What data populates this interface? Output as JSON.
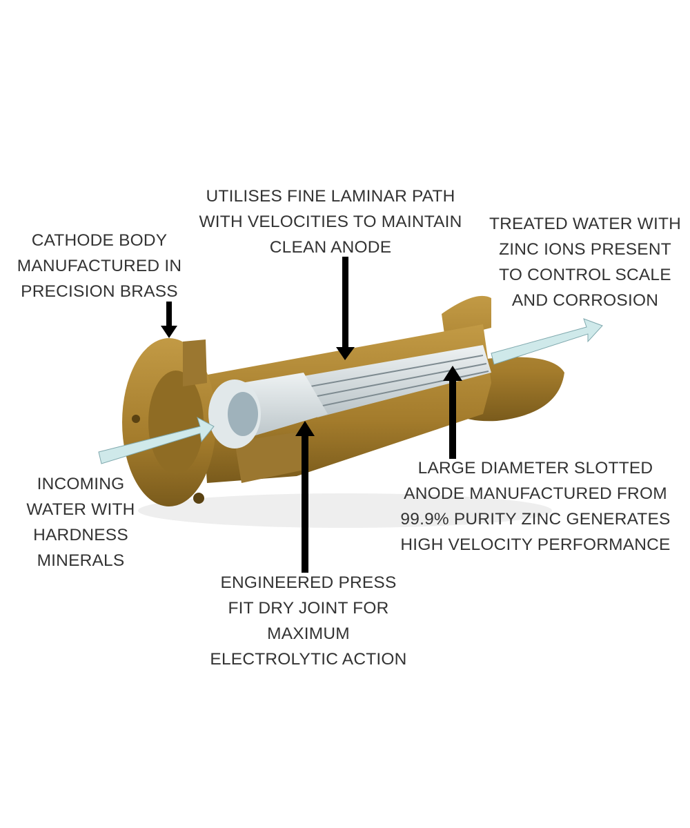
{
  "labels": {
    "laminar": [
      "UTILISES FINE LAMINAR PATH",
      "WITH VELOCITIES TO MAINTAIN",
      "CLEAN ANODE"
    ],
    "cathode": [
      "CATHODE BODY",
      "MANUFACTURED IN",
      "PRECISION BRASS"
    ],
    "treated": [
      "TREATED WATER WITH",
      "ZINC IONS PRESENT",
      "TO CONTROL SCALE",
      "AND CORROSION"
    ],
    "incoming": [
      "INCOMING",
      "WATER WITH",
      "HARDNESS",
      "MINERALS"
    ],
    "anode": [
      "LARGE DIAMETER SLOTTED",
      "ANODE MANUFACTURED FROM",
      "99.9% PURITY ZINC GENERATES",
      "HIGH VELOCITY PERFORMANCE"
    ],
    "joint": [
      "ENGINEERED PRESS",
      "FIT DRY JOINT FOR",
      "MAXIMUM",
      "ELECTROLYTIC ACTION"
    ]
  },
  "colors": {
    "brass": "#a9812f",
    "brass_dark": "#7d5e1e",
    "zinc": "#d6dde0",
    "water": "#cfe9ea",
    "arrow": "#000000",
    "text": "#333333"
  }
}
